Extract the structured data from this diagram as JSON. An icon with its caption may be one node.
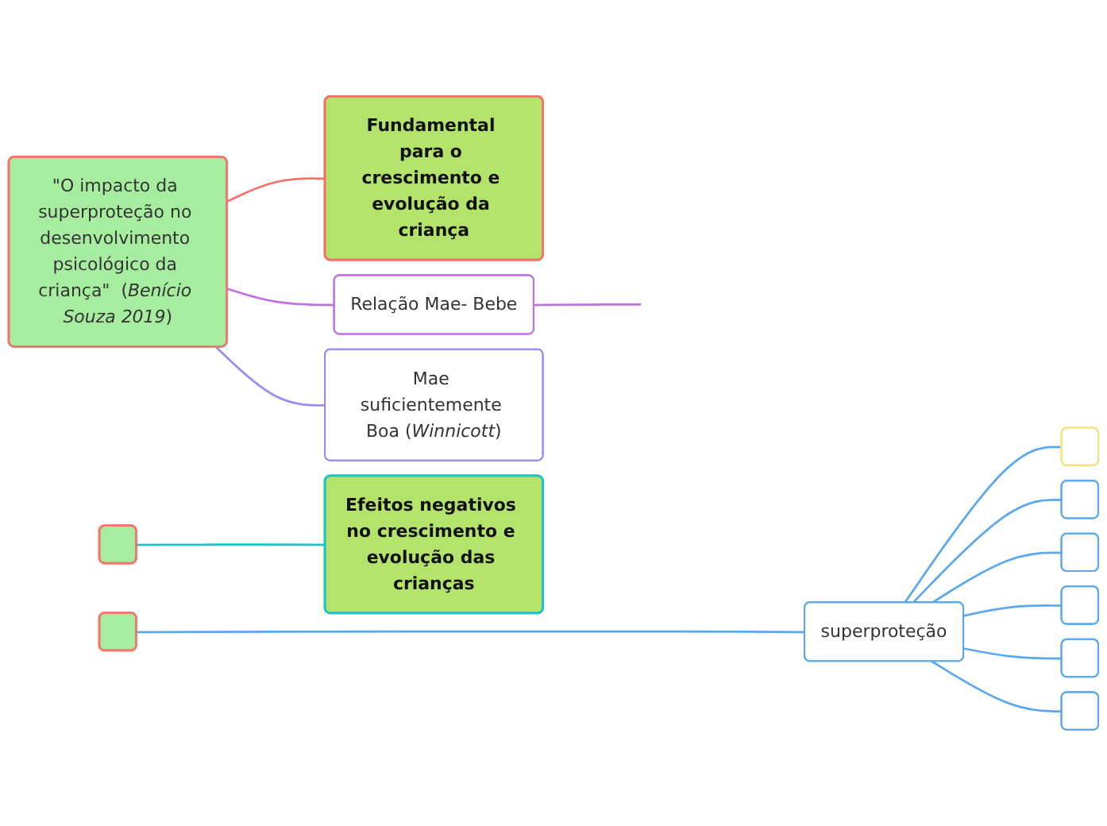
{
  "diagram": {
    "nodes": [
      {
        "text": [
          "\"O impacto da superproteção no desenvolvimento psicológico da criança\"  (*Benício Souza 2019*)"
        ]
      },
      {
        "text": [
          "Fundamental para o crescimento e evolução da criança"
        ]
      },
      {
        "text": [
          "Relação Mae- Bebe"
        ]
      },
      {
        "text": [
          "Mae suficientemente Boa (*Winnicott*)"
        ]
      },
      {
        "text": [],
        "shape": "box"
      },
      {
        "text": [],
        "shape": "box"
      },
      {
        "text": [
          "Efeitos negativos no crescimento e evolução das crianças"
        ]
      },
      {
        "text": [
          "superproteção"
        ]
      },
      {
        "text": [],
        "shape": "box"
      },
      {
        "text": [],
        "shape": "box"
      },
      {
        "text": [],
        "shape": "box"
      },
      {
        "text": [],
        "shape": "box"
      },
      {
        "text": [],
        "shape": "box"
      },
      {
        "text": [],
        "shape": "box"
      }
    ],
    "edges": [
      {
        "from": 0,
        "to": 1,
        "arrow": "none",
        "color": "#f7706a"
      },
      {
        "from": 0,
        "to": 2,
        "arrow": "none",
        "color": "#c36ee6"
      },
      {
        "from": 0,
        "to": 3,
        "arrow": "none",
        "color": "#9a8cf2"
      },
      {
        "from": 2,
        "to": null,
        "arrow": "none",
        "color": "#c36ee6"
      },
      {
        "from": 4,
        "to": 6,
        "arrow": "none",
        "color": "#1cc3c9"
      },
      {
        "from": 5,
        "to": 7,
        "arrow": "none"
      },
      {
        "from": 7,
        "to": 8,
        "arrow": "none"
      },
      {
        "from": 7,
        "to": 9,
        "arrow": "none"
      },
      {
        "from": 7,
        "to": 10,
        "arrow": "none"
      },
      {
        "from": 7,
        "to": 11,
        "arrow": "none"
      },
      {
        "from": 7,
        "to": 12,
        "arrow": "none"
      },
      {
        "from": 7,
        "to": 13,
        "arrow": "none"
      }
    ]
  }
}
